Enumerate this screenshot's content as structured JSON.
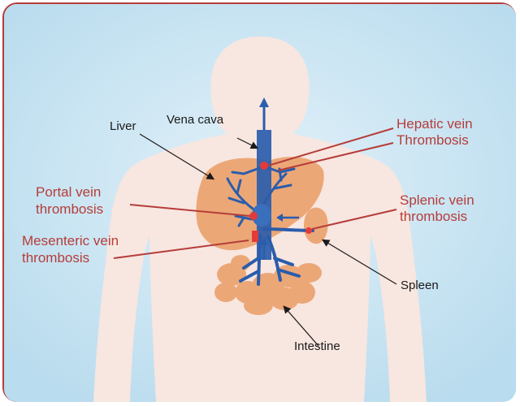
{
  "labels": {
    "liver": "Liver",
    "vena_cava": "Vena cava",
    "hepatic_line1": "Hepatic vein",
    "hepatic_line2": "Thrombosis",
    "portal_line1": "Portal vein",
    "portal_line2": "thrombosis",
    "splenic_line1": "Splenic vein",
    "splenic_line2": "thrombosis",
    "mesenteric_line1": "Mesenteric vein",
    "mesenteric_line2": "thrombosis",
    "spleen": "Spleen",
    "intestine": "Intestine"
  },
  "colors": {
    "background": "#c9e4f2",
    "skin": "#f8e6e0",
    "organ": "#eca777",
    "vein": "#2a5dac",
    "thrombus": "#e43a3a",
    "label_red": "#b53d3a",
    "label_dark": "#1a1a1a",
    "frame": "#b53d3a"
  }
}
